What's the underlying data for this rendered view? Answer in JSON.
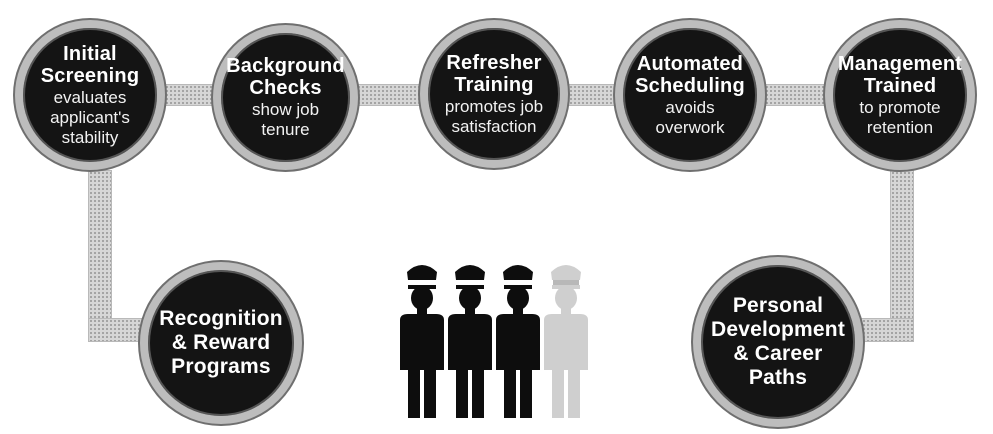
{
  "colors": {
    "circle_fill": "#141414",
    "circle_ring": "#bdbdbd",
    "connector": "#d6d6d6",
    "officer_solid": "#0d0d0d",
    "officer_faded": "#cfcfcf"
  },
  "steps": [
    {
      "title": "Initial\nScreening",
      "desc": "evaluates\napplicant's\nstability"
    },
    {
      "title": "Background\nChecks",
      "desc": "show job\ntenure"
    },
    {
      "title": "Refresher\nTraining",
      "desc": "promotes job\nsatisfaction"
    },
    {
      "title": "Automated\nScheduling",
      "desc": "avoids\noverwork"
    },
    {
      "title": "Management\nTrained",
      "desc": "to promote\nretention"
    }
  ],
  "bottom_left": {
    "title": "Recognition\n& Reward\nPrograms"
  },
  "bottom_right": {
    "title": "Personal\nDevelopment\n& Career\nPaths"
  },
  "officers": {
    "icon": "police-officer-icon",
    "count_solid": 3,
    "count_faded": 1
  }
}
